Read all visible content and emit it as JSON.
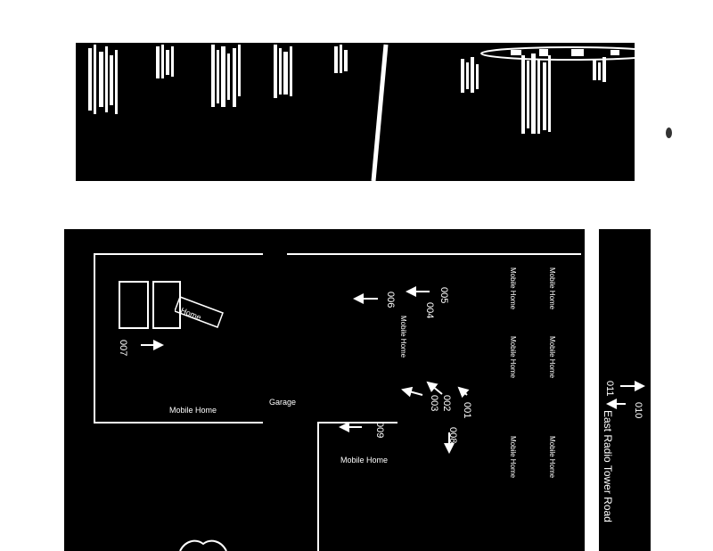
{
  "colors": {
    "background": "#ffffff",
    "map_fill": "#000000",
    "ink": "#ffffff"
  },
  "site_plan": {
    "road_label": "East Radio Tower Road",
    "structure_labels": {
      "mobile_home_left": "Mobile Home",
      "garage": "Garage",
      "mobile_home_bottom": "Mobile Home",
      "mobile_home_center": "Mobile Home",
      "home_diagonal": "Home",
      "row_a_1": "Mobile Home",
      "row_a_2": "Mobile Home",
      "row_a_3": "Mobile Home",
      "row_b_1": "Mobile Home",
      "row_b_2": "Mobile Home",
      "row_b_3": "Mobile Home"
    },
    "photo_markers": {
      "m001": "001",
      "m002": "002",
      "m003": "003",
      "m004": "004",
      "m005": "005",
      "m006": "006",
      "m007": "007",
      "m008": "008",
      "m009": "009",
      "m010": "010",
      "m011": "011"
    }
  }
}
